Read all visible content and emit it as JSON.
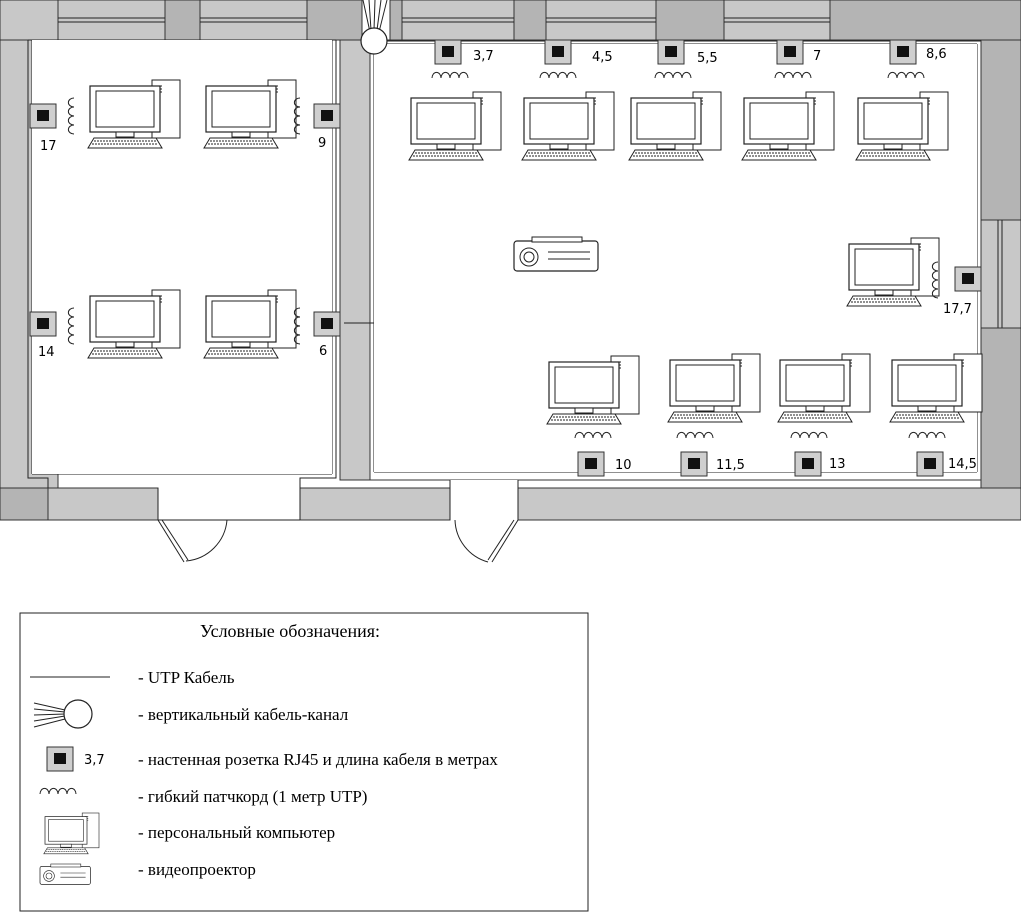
{
  "socket_lengths": {
    "left_room": [
      "17",
      "9",
      "14",
      "6"
    ],
    "top_row": [
      "3,7",
      "4,5",
      "5,5",
      "7",
      "8,6"
    ],
    "right_wall": "17,7",
    "bottom_row": [
      "10",
      "11,5",
      "13",
      "14,5"
    ]
  },
  "legend": {
    "title": "Условные обозначения:",
    "sample_length": "3,7",
    "items": [
      "- UTP Кабель",
      "- вертикальный кабель-канал",
      "- настенная розетка RJ45 и длина кабеля в метрах",
      "- гибкий патчкорд (1 метр UTP)",
      "- персональный компьютер",
      "- видеопроектор"
    ]
  }
}
